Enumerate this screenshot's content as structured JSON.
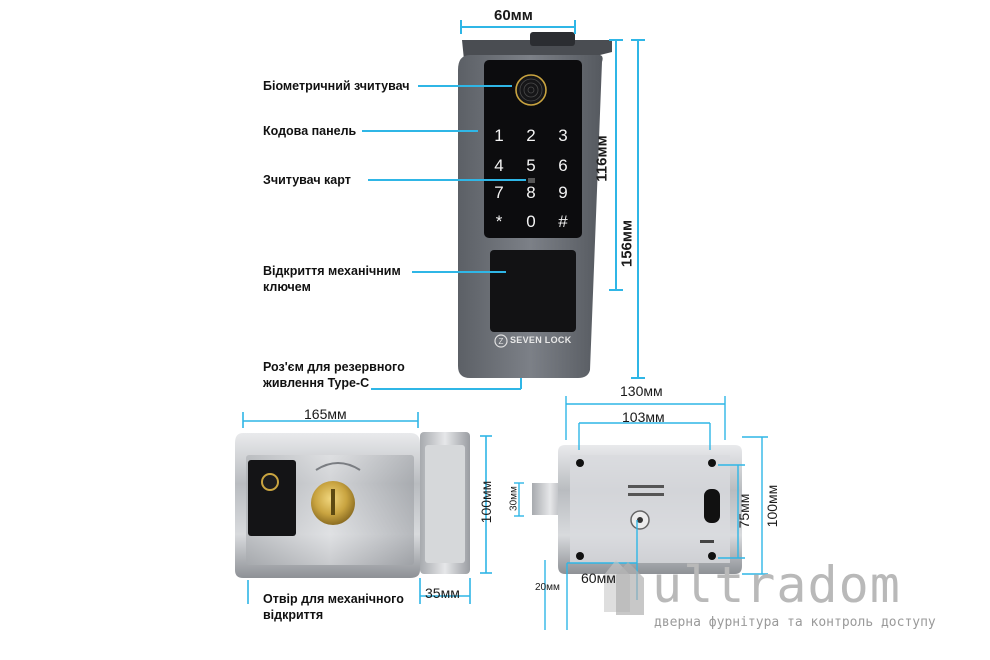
{
  "callouts": {
    "fingerprint": "Біометричний зчитувач",
    "keypad": "Кодова панель",
    "card_reader": "Зчитувач карт",
    "mech_key": "Відкриття механічним ключем",
    "typec": "Роз'єм для резервного живлення Type-C",
    "mech_hole": "Отвір для механічного відкриття"
  },
  "dimensions": {
    "top_width": "60мм",
    "height_116": "116мм",
    "height_156": "156мм",
    "front_width": "165мм",
    "front_height": "100мм",
    "front_depth": "35мм",
    "back_width": "130мм",
    "back_inner": "103мм",
    "back_height_75": "75мм",
    "back_height_100": "100мм",
    "back_30": "30мм",
    "back_60": "60мм",
    "back_20": "20мм"
  },
  "keypad": {
    "keys": [
      "1",
      "2",
      "3",
      "4",
      "5",
      "6",
      "7",
      "8",
      "9",
      "*",
      "0",
      "#"
    ]
  },
  "brand": {
    "device_logo": "SEVEN LOCK",
    "watermark": "ultradom",
    "tagline": "дверна фурнітура та контроль доступу"
  },
  "colors": {
    "dimension_line": "#2fb6e6",
    "lock_body": "#6e7278",
    "keypad_glass": "#0c0c0e",
    "brass": "#c9a440",
    "watermark": "#b5b5b5"
  }
}
